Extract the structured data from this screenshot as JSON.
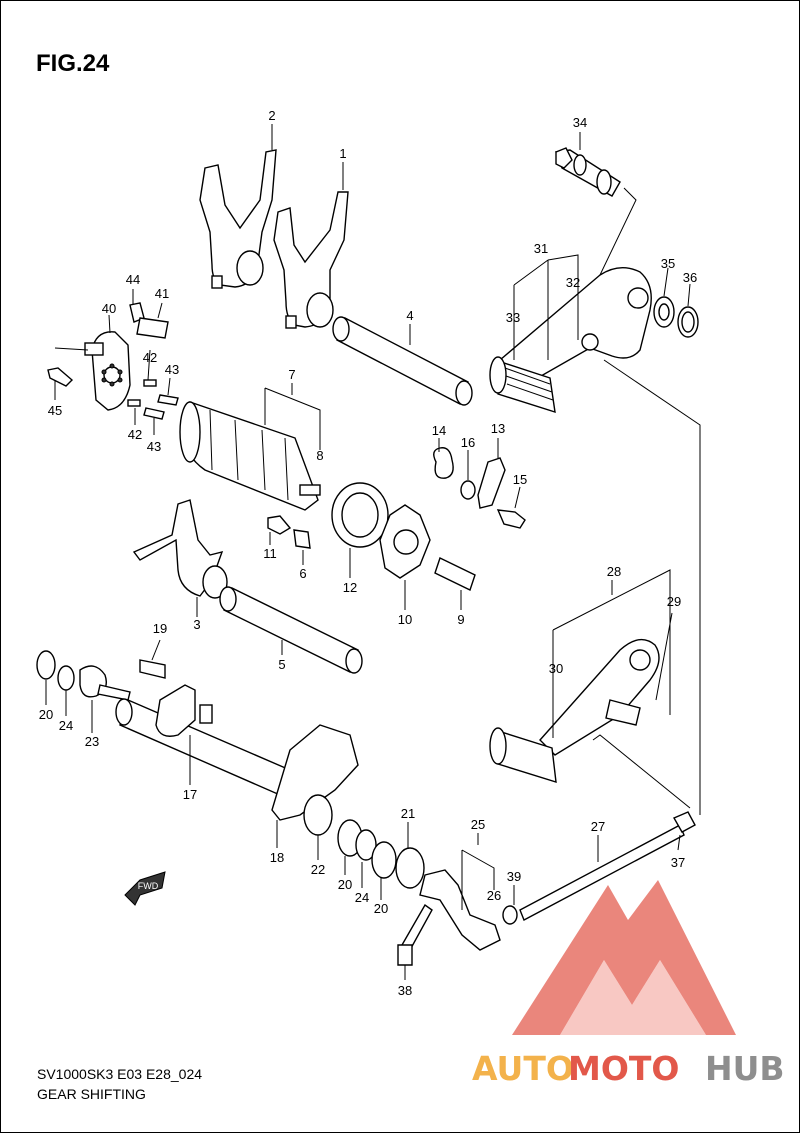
{
  "figure": {
    "title": "FIG.24"
  },
  "footer": {
    "model_code": "SV1000SK3 E03 E28_024",
    "section_name": "GEAR SHIFTING"
  },
  "fwd_label": "FWD",
  "watermark": {
    "part1": "AUTO",
    "part2": "MOTO",
    "part3": "HUB",
    "colors": {
      "red": "#e2584a",
      "orange": "#f3b24b",
      "gray": "#8e8e8e"
    }
  },
  "callouts": {
    "c1": "1",
    "c2": "2",
    "c3": "3",
    "c4": "4",
    "c5": "5",
    "c6": "6",
    "c7": "7",
    "c8": "8",
    "c9": "9",
    "c10": "10",
    "c11": "11",
    "c12": "12",
    "c13": "13",
    "c14": "14",
    "c15": "15",
    "c16": "16",
    "c17": "17",
    "c18": "18",
    "c19": "19",
    "c20a": "20",
    "c20b": "20",
    "c20c": "20",
    "c21": "21",
    "c22": "22",
    "c23": "23",
    "c24a": "24",
    "c24b": "24",
    "c25": "25",
    "c26": "26",
    "c27": "27",
    "c28": "28",
    "c29": "29",
    "c30": "30",
    "c31": "31",
    "c32": "32",
    "c33": "33",
    "c34": "34",
    "c35": "35",
    "c36": "36",
    "c37": "37",
    "c38": "38",
    "c39": "39",
    "c40": "40",
    "c41": "41",
    "c42a": "42",
    "c42b": "42",
    "c43a": "43",
    "c43b": "43",
    "c44": "44",
    "c45": "45"
  }
}
